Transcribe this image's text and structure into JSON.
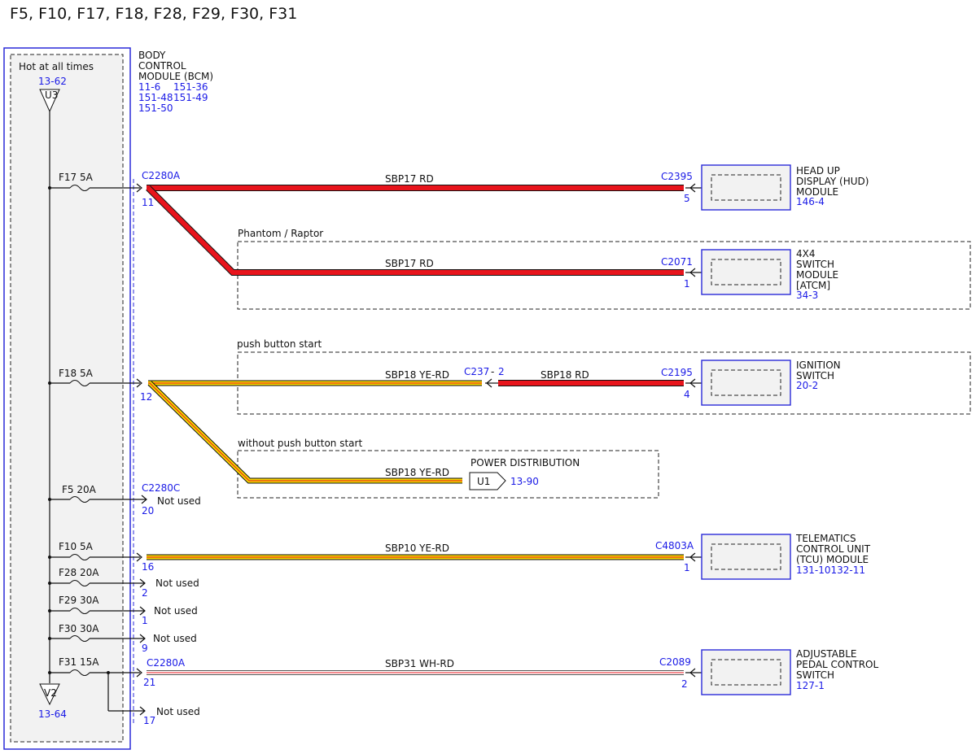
{
  "title": "F5, F10, F17, F18, F28, F29, F30, F31",
  "bcm": {
    "hot_label": "Hot at all times",
    "top_ref": "13-62",
    "top_conn": "U3",
    "bottom_ref": "13-64",
    "bottom_conn": "V2",
    "name_lines": [
      "BODY",
      "CONTROL",
      "MODULE (BCM)"
    ],
    "refs": [
      "11-6",
      "151-36",
      "151-48",
      "151-49",
      "151-50"
    ]
  },
  "fuses": {
    "f17": "F17  5A",
    "f18": "F18  5A",
    "f5": "F5  20A",
    "f10": "F10  5A",
    "f28": "F28  20A",
    "f29": "F29  30A",
    "f30": "F30  30A",
    "f31": "F31  15A"
  },
  "connectors": {
    "c2280a_top": "C2280A",
    "c2280c": "C2280C",
    "c2280a_bottom": "C2280A",
    "c2395": "C2395",
    "c2071": "C2071",
    "c237": "C237",
    "c237_pin": "2",
    "c2195": "C2195",
    "c4803a": "C4803A",
    "c2089": "C2089"
  },
  "pins": {
    "p11": "11",
    "p12": "12",
    "p20": "20",
    "p16": "16",
    "p2": "2",
    "p1": "1",
    "p9": "9",
    "p21": "21",
    "p17": "17",
    "hud": "5",
    "x4": "1",
    "ign": "4",
    "tcu": "1",
    "pedal": "2"
  },
  "wires": {
    "sbp17_hud": "SBP17  RD",
    "sbp17_4x4": "SBP17  RD",
    "sbp18_ign_a": "SBP18  YE-RD",
    "sbp18_ign_b": "SBP18  RD",
    "sbp18_pd": "SBP18  YE-RD",
    "sbp10": "SBP10  YE-RD",
    "sbp31": "SBP31  WH-RD"
  },
  "not_used": "Not used",
  "groups": {
    "phantom": "Phantom / Raptor",
    "push_start": "push button start",
    "no_push_start": "without push button start"
  },
  "power_distribution": {
    "label": "POWER DISTRIBUTION",
    "conn": "U1",
    "ref": "13-90"
  },
  "modules": {
    "hud": {
      "lines": [
        "HEAD UP",
        "DISPLAY (HUD)",
        "MODULE"
      ],
      "ref": "146-4"
    },
    "x4": {
      "lines": [
        "4X4",
        "SWITCH",
        "MODULE",
        "[ATCM]"
      ],
      "ref": "34-3"
    },
    "ign": {
      "lines": [
        "IGNITION",
        "SWITCH"
      ],
      "ref": "20-2"
    },
    "tcu": {
      "lines": [
        "TELEMATICS",
        "CONTROL UNIT",
        "(TCU) MODULE"
      ],
      "ref": "131-10132-11"
    },
    "pedal": {
      "lines": [
        "ADJUSTABLE",
        "PEDAL CONTROL",
        "SWITCH"
      ],
      "ref": "127-1"
    }
  },
  "colors": {
    "red": "#e8141c",
    "yellow": "#f5d800",
    "white": "#ffffff",
    "blue_text": "#1a1ae6",
    "box_fill": "#f2f2f2"
  }
}
